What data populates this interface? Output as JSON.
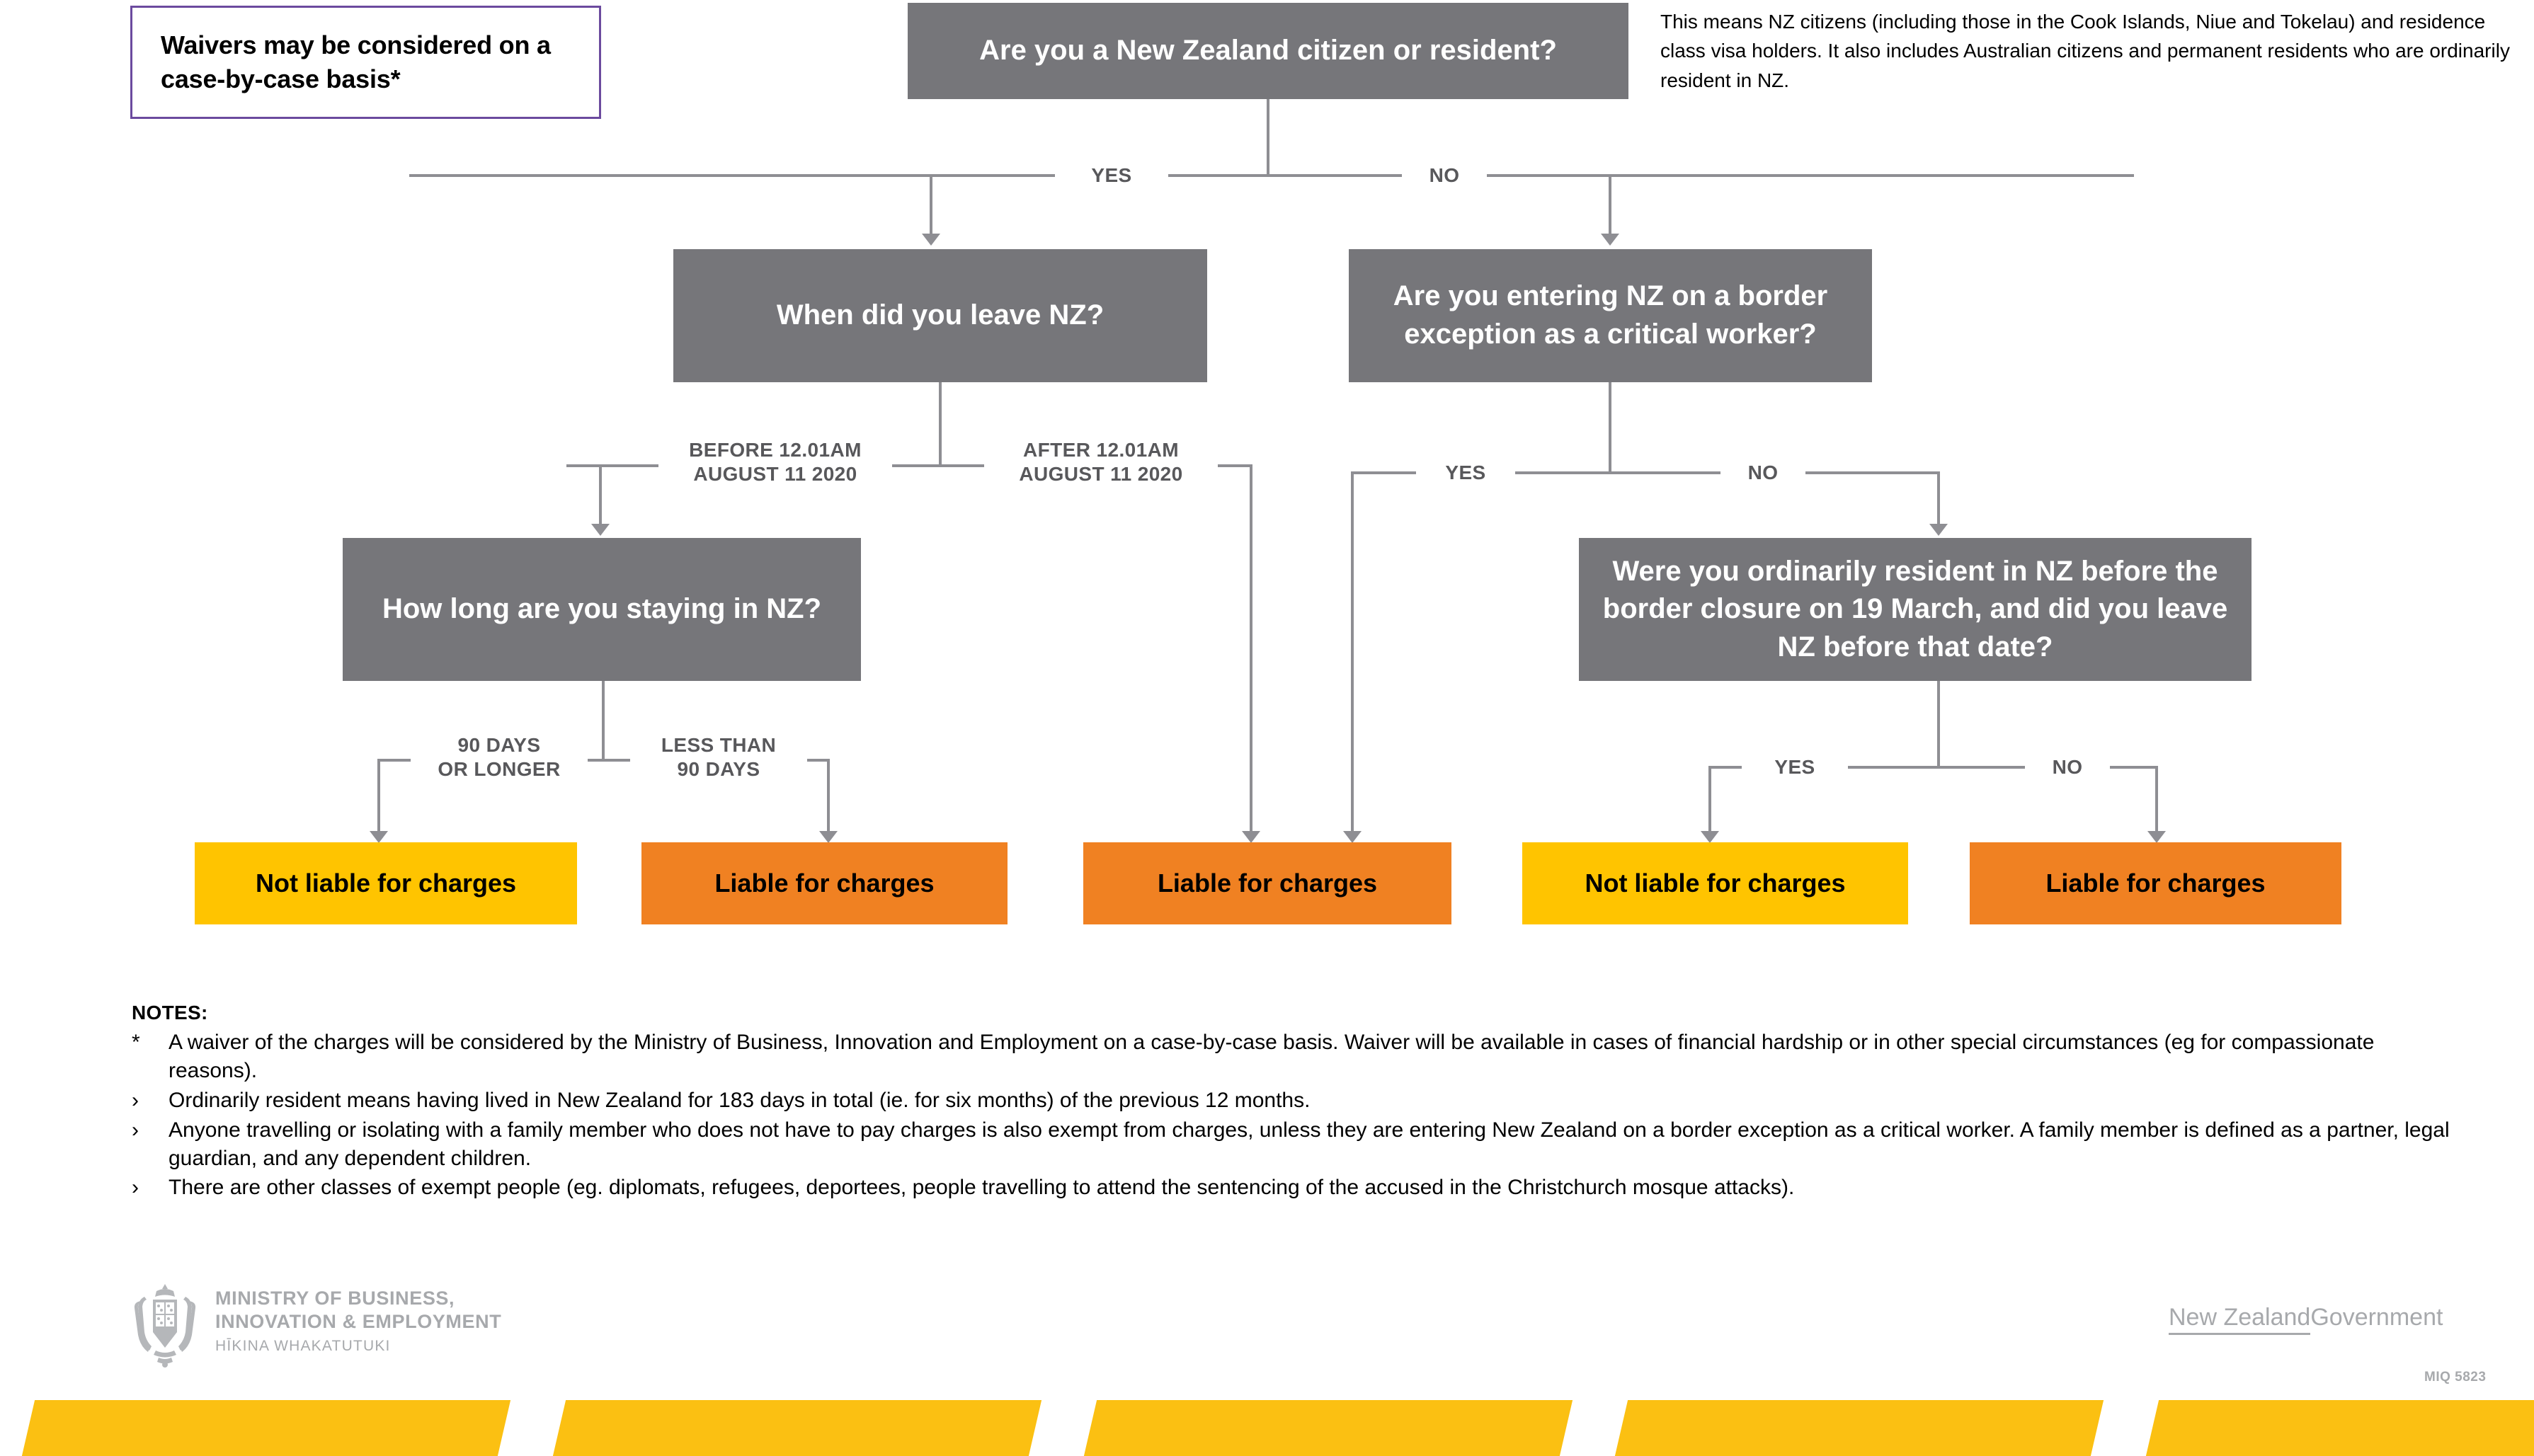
{
  "waiver": {
    "text": "Waivers may be considered\non a case-by-case basis*",
    "border_color": "#6b4a9e"
  },
  "explainer": {
    "text": "This means NZ citizens (including those in the Cook Islands, Niue and Tokelau) and residence class visa holders. It also includes Australian citizens and permanent residents who are ordinarily resident in NZ."
  },
  "chart_data": {
    "type": "diagram",
    "title": "MIQ charges liability decision tree",
    "decision_nodes": [
      {
        "id": "citizen",
        "label": "Are you a New Zealand citizen or resident?"
      },
      {
        "id": "leave",
        "label": "When did you leave NZ?"
      },
      {
        "id": "critical",
        "label": "Are you entering NZ on a border exception as a critical worker?"
      },
      {
        "id": "howlong",
        "label": "How long are you staying in NZ?"
      },
      {
        "id": "ordinary",
        "label": "Were you ordinarily resident in NZ before the border closure on 19 March, and did you leave NZ before that date?"
      }
    ],
    "branch_labels": [
      {
        "id": "citizen-yes",
        "label": "YES"
      },
      {
        "id": "citizen-no",
        "label": "NO"
      },
      {
        "id": "leave-before",
        "label": "BEFORE 12.01AM\nAUGUST 11 2020"
      },
      {
        "id": "leave-after",
        "label": "AFTER 12.01AM\nAUGUST 11 2020"
      },
      {
        "id": "critical-yes",
        "label": "YES"
      },
      {
        "id": "critical-no",
        "label": "NO"
      },
      {
        "id": "stay-long",
        "label": "90 DAYS\nOR LONGER"
      },
      {
        "id": "stay-short",
        "label": "LESS THAN\n90 DAYS"
      },
      {
        "id": "ordinary-yes",
        "label": "YES"
      },
      {
        "id": "ordinary-no",
        "label": "NO"
      }
    ],
    "outcomes": [
      {
        "id": "out-1",
        "label": "Not liable for charges",
        "color": "#ffc400",
        "from": "stay-long"
      },
      {
        "id": "out-2",
        "label": "Liable for charges",
        "color": "#f08122",
        "from": "stay-short"
      },
      {
        "id": "out-3",
        "label": "Liable for charges",
        "color": "#f08122",
        "from": "leave-after / critical-yes"
      },
      {
        "id": "out-4",
        "label": "Not liable for charges",
        "color": "#ffc400",
        "from": "ordinary-yes"
      },
      {
        "id": "out-5",
        "label": "Liable for charges",
        "color": "#f08122",
        "from": "ordinary-no"
      }
    ],
    "node_color": "#76767a",
    "connector_color": "#8e8e93"
  },
  "notes": {
    "heading": "NOTES:",
    "items": [
      {
        "mark": "*",
        "text": "A waiver of the charges will be considered by the Ministry of Business, Innovation and Employment on a case-by-case basis. Waiver will be available in cases of financial hardship or in other special circumstances (eg for compassionate reasons)."
      },
      {
        "mark": "›",
        "text": "Ordinarily resident means having lived in New Zealand for 183 days in total (ie. for six months) of the previous 12 months."
      },
      {
        "mark": "›",
        "text": "Anyone travelling or isolating with a family member who does not have to pay charges is also exempt from charges, unless they are entering New Zealand on a border exception as a critical worker. A family member is defined as a partner, legal guardian, and any dependent children."
      },
      {
        "mark": "›",
        "text": "There are other classes of exempt people (eg. diplomats, refugees, deportees, people travelling to attend the sentencing of the accused in the Christchurch mosque attacks)."
      }
    ]
  },
  "footer": {
    "mbie_line1": "MINISTRY OF BUSINESS,",
    "mbie_line2": "INNOVATION & EMPLOYMENT",
    "mbie_line3": "HĪKINA WHAKATUTUKI",
    "nz_part": "New Zealand",
    "govt_part": "Government",
    "doc_code": "MIQ 5823",
    "banner_color": "#fbc012",
    "logo_color": "#a7a9ac"
  }
}
